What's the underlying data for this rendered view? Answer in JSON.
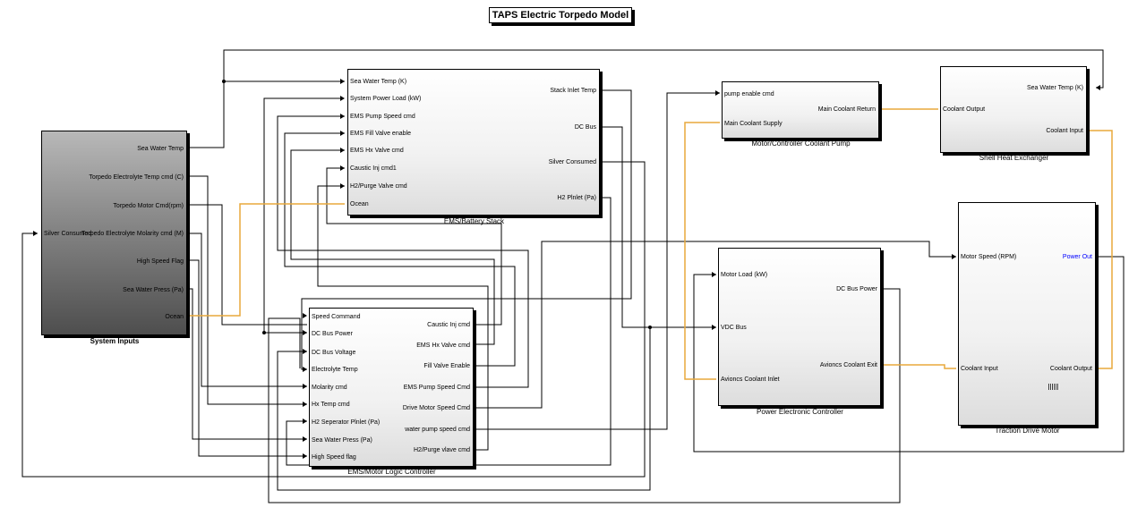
{
  "title": "TAPS Electric Torpedo Model",
  "blocks": {
    "system_inputs": {
      "label": "System Inputs",
      "inputs": [
        "Silver Consumed"
      ],
      "outputs": [
        "Sea Water Temp",
        "Torpedo Electrolyte Temp cmd (C)",
        "Torpedo Motor Cmd(rpm)",
        "Torpedo Electrolyte Molarity cmd (M)",
        "High Speed Flag",
        "Sea Water Press (Pa)",
        "Ocean"
      ]
    },
    "ems_battery_stack": {
      "label": "EMS/Battery Stack",
      "inputs": [
        "Sea Water Temp (K)",
        "System Power Load (kW)",
        "EMS Pump Speed cmd",
        "EMS Fill Valve enable",
        "EMS Hx Valve cmd",
        "Caustic Inj cmd1",
        "H2/Purge Valve cmd",
        "Ocean"
      ],
      "outputs": [
        "Stack Inlet Temp",
        "DC Bus",
        "Silver Consumed",
        "H2 Plnlet (Pa)"
      ]
    },
    "ems_motor_logic": {
      "label": "EMS/Motor Logic Controller",
      "inputs": [
        "Speed Command",
        "DC Bus Power",
        "DC Bus Voltage",
        "Electrolyte Temp",
        "Molarity cmd",
        "Hx Temp cmd",
        "H2 Seperator Plnlet (Pa)",
        "Sea Water Press (Pa)",
        "High Speed flag"
      ],
      "outputs": [
        "Caustic Inj cmd",
        "EMS Hx Valve cmd",
        "Fill Valve Enable",
        "EMS Pump Speed Cmd",
        "Drive Motor Speed Cmd",
        "water pump speed cmd",
        "H2/Purge vlave cmd"
      ]
    },
    "coolant_pump": {
      "label": "Motor/Controller Coolant Pump",
      "inputs": [
        "pump enable cmd",
        "Main Coolant Supply"
      ],
      "outputs": [
        "Main Coolant Return"
      ]
    },
    "shell_hx": {
      "label": "Shell Heat Exchanger",
      "inputs": [
        "Coolant Output"
      ],
      "outputs": [
        "Sea Water Temp (K)",
        "Coolant Input"
      ]
    },
    "power_electronic": {
      "label": "Power Electronic Controller",
      "inputs": [
        "Motor Load (kW)",
        "VDC Bus",
        "Avioncs Coolant Inlet"
      ],
      "outputs": [
        "DC Bus Power",
        "Avioncs Coolant Exit"
      ]
    },
    "traction_drive": {
      "label": "Traction Drive Motor",
      "inputs": [
        "Motor Speed (RPM)",
        "Coolant Input"
      ],
      "outputs": [
        "Power Out",
        "Coolant Output"
      ]
    }
  },
  "colors": {
    "signal_line": "#000000",
    "coolant_line": "#e8a93b",
    "ocean_line": "#e8a93b",
    "power_out_text": "#0000ff"
  }
}
